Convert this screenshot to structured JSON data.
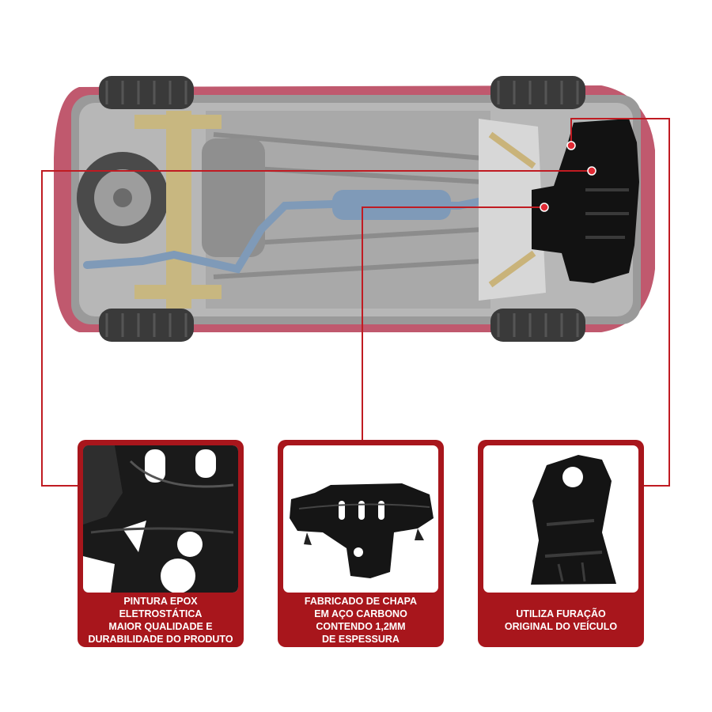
{
  "colors": {
    "accent": "#a8161c",
    "line": "#c01b22",
    "car_body": "#b9475e",
    "shield": "#111111"
  },
  "illustration": {
    "icon": "car-underside-illustration"
  },
  "features": [
    {
      "icon": "shield-closeup-photo",
      "lines": [
        "PINTURA EPOX",
        "ELETROSTÁTICA",
        "MAIOR QUALIDADE E",
        "DURABILIDADE DO PRODUTO"
      ]
    },
    {
      "icon": "shield-full-photo",
      "lines": [
        "FABRICADO DE CHAPA",
        "EM AÇO CARBONO",
        "CONTENDO 1,2MM",
        "DE ESPESSURA"
      ]
    },
    {
      "icon": "mounting-bracket-photo",
      "lines": [
        "UTILIZA FURAÇÃO",
        "ORIGINAL DO VEÍCULO"
      ]
    }
  ]
}
